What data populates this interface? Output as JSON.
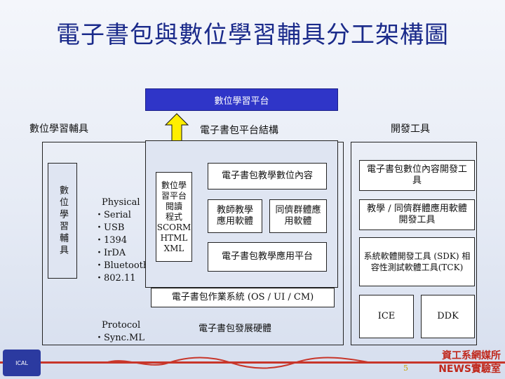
{
  "title": "電子書包與數位學習輔具分工架構圖",
  "platform": "數位學習平台",
  "headers": {
    "tools": "數位學習輔具",
    "structure": "電子書包平台結構",
    "dev": "開發工具"
  },
  "left_vertical": "數位學習輔具",
  "physical": {
    "head": "Physical",
    "items": [
      "Serial",
      "USB",
      "1394",
      "IrDA",
      "Bluetooth",
      "802.11"
    ]
  },
  "protocol": {
    "head": "Protocol",
    "items": [
      "Sync.ML"
    ]
  },
  "stack_box": "數位學習平台閱讀程式SCORM HTML XML",
  "stack_lines": [
    "數位學",
    "習平台",
    "閱讀",
    "程式",
    "SCORM",
    "HTML",
    "XML"
  ],
  "content": "電子書包教學數位內容",
  "teacher_sw": "教師教學應用軟體",
  "peer_sw": "同儕群體應用軟體",
  "app_platform": "電子書包教學應用平台",
  "os": "電子書包作業系統 (OS / UI / CM)",
  "hardware": "電子書包發展硬體",
  "dev_content": "電子書包數位內容開發工具",
  "dev_app": "教學 / 同儕群體應用軟體開發工具",
  "dev_sdk": "系統軟體開發工具 (SDK) 相容性測試軟體工具(TCK)",
  "ice": "ICE",
  "ddk": "DDK",
  "footer": {
    "page": "5",
    "brand1": "資工系網媒所",
    "brand2": "NEWS實驗室",
    "logo": "ICAL"
  }
}
